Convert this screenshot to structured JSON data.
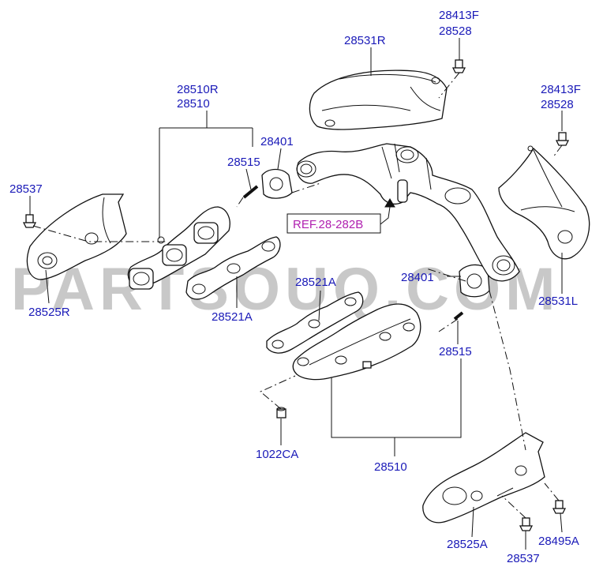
{
  "watermark": "PARTSOUQ.COM",
  "reference": "REF.28-282B",
  "labels": {
    "p28531R": "28531R",
    "p28413F_top": "28413F",
    "p28528_top": "28528",
    "p28413F_right": "28413F",
    "p28528_right": "28528",
    "p28510R": "28510R",
    "p28510_upper": "28510",
    "p28401_upper": "28401",
    "p28515_upper": "28515",
    "p28537_left": "28537",
    "p28525R": "28525R",
    "p28521A_left": "28521A",
    "p28521A_mid": "28521A",
    "p28401_right": "28401",
    "p28531L": "28531L",
    "p28515_right": "28515",
    "p1022CA": "1022CA",
    "p28510_lower": "28510",
    "p28525A": "28525A",
    "p28537_bottom": "28537",
    "p28495A": "28495A"
  }
}
